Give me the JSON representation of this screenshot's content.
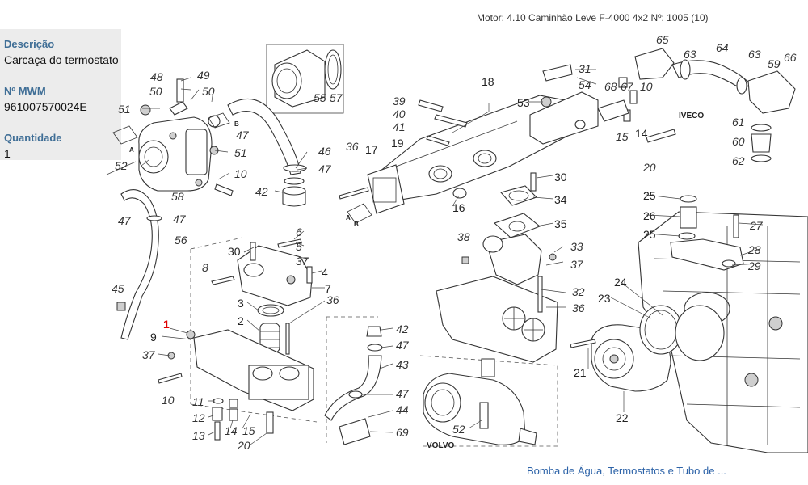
{
  "header": {
    "text": "Motor: 4.10 Caminhão Leve F-4000 4x2    Nº: 1005 (10)"
  },
  "info": {
    "descricao_label": "Descrição",
    "descricao_value": "Carcaça do termostato",
    "mwm_label": "Nº MWM",
    "mwm_value": "961007570024E",
    "quantidade_label": "Quantidade",
    "quantidade_value": "1"
  },
  "footer": {
    "link_text": "Bomba de Água, Termostatos e Tubo de ..."
  },
  "diagram": {
    "brand_iveco": "IVECO",
    "brand_volvo": "VOLVO",
    "marker_a": "A",
    "marker_b": "B",
    "highlight_color": "#e00000",
    "highlighted_callout": "1",
    "callouts": [
      {
        "id": "48",
        "italic": true
      },
      {
        "id": "49",
        "italic": true
      },
      {
        "id": "50",
        "italic": true
      },
      {
        "id": "50",
        "italic": true
      },
      {
        "id": "51",
        "italic": true
      },
      {
        "id": "52",
        "italic": true
      },
      {
        "id": "55",
        "italic": true
      },
      {
        "id": "57",
        "italic": true
      },
      {
        "id": "47",
        "italic": true
      },
      {
        "id": "51",
        "italic": true
      },
      {
        "id": "10",
        "italic": true
      },
      {
        "id": "46",
        "italic": true
      },
      {
        "id": "47",
        "italic": true
      },
      {
        "id": "42",
        "italic": true
      },
      {
        "id": "58",
        "italic": true
      },
      {
        "id": "47",
        "italic": true
      },
      {
        "id": "47",
        "italic": true
      },
      {
        "id": "56",
        "italic": true
      },
      {
        "id": "45",
        "italic": true
      },
      {
        "id": "36",
        "italic": true
      },
      {
        "id": "17",
        "italic": false
      },
      {
        "id": "39",
        "italic": true
      },
      {
        "id": "40",
        "italic": true
      },
      {
        "id": "41",
        "italic": true
      },
      {
        "id": "19",
        "italic": false
      },
      {
        "id": "18",
        "italic": false
      },
      {
        "id": "53",
        "italic": false
      },
      {
        "id": "31",
        "italic": true
      },
      {
        "id": "54",
        "italic": true
      },
      {
        "id": "16",
        "italic": false
      },
      {
        "id": "30",
        "italic": false
      },
      {
        "id": "34",
        "italic": false
      },
      {
        "id": "35",
        "italic": false
      },
      {
        "id": "38",
        "italic": true
      },
      {
        "id": "33",
        "italic": true
      },
      {
        "id": "37",
        "italic": true
      },
      {
        "id": "32",
        "italic": true
      },
      {
        "id": "36",
        "italic": true
      },
      {
        "id": "65",
        "italic": true
      },
      {
        "id": "63",
        "italic": true
      },
      {
        "id": "64",
        "italic": true
      },
      {
        "id": "63",
        "italic": true
      },
      {
        "id": "59",
        "italic": true
      },
      {
        "id": "66",
        "italic": true
      },
      {
        "id": "68",
        "italic": true
      },
      {
        "id": "67",
        "italic": true
      },
      {
        "id": "10",
        "italic": true
      },
      {
        "id": "14",
        "italic": false
      },
      {
        "id": "15",
        "italic": true
      },
      {
        "id": "20",
        "italic": true
      },
      {
        "id": "61",
        "italic": true
      },
      {
        "id": "60",
        "italic": true
      },
      {
        "id": "62",
        "italic": true
      },
      {
        "id": "25",
        "italic": false
      },
      {
        "id": "26",
        "italic": false
      },
      {
        "id": "25",
        "italic": false
      },
      {
        "id": "27",
        "italic": true
      },
      {
        "id": "28",
        "italic": true
      },
      {
        "id": "29",
        "italic": true
      },
      {
        "id": "24",
        "italic": false
      },
      {
        "id": "23",
        "italic": false
      },
      {
        "id": "21",
        "italic": false
      },
      {
        "id": "22",
        "italic": false
      },
      {
        "id": "30",
        "italic": false
      },
      {
        "id": "6",
        "italic": true
      },
      {
        "id": "5",
        "italic": true
      },
      {
        "id": "37",
        "italic": true
      },
      {
        "id": "8",
        "italic": true
      },
      {
        "id": "4",
        "italic": false
      },
      {
        "id": "7",
        "italic": false
      },
      {
        "id": "3",
        "italic": false
      },
      {
        "id": "36",
        "italic": true
      },
      {
        "id": "2",
        "italic": false
      },
      {
        "id": "1",
        "italic": false
      },
      {
        "id": "9",
        "italic": false
      },
      {
        "id": "37",
        "italic": true
      },
      {
        "id": "10",
        "italic": true
      },
      {
        "id": "11",
        "italic": true
      },
      {
        "id": "12",
        "italic": true
      },
      {
        "id": "13",
        "italic": true
      },
      {
        "id": "14",
        "italic": true
      },
      {
        "id": "15",
        "italic": true
      },
      {
        "id": "20",
        "italic": true
      },
      {
        "id": "42",
        "italic": true
      },
      {
        "id": "47",
        "italic": true
      },
      {
        "id": "43",
        "italic": true
      },
      {
        "id": "47",
        "italic": true
      },
      {
        "id": "44",
        "italic": true
      },
      {
        "id": "69",
        "italic": true
      },
      {
        "id": "52",
        "italic": true
      }
    ]
  }
}
